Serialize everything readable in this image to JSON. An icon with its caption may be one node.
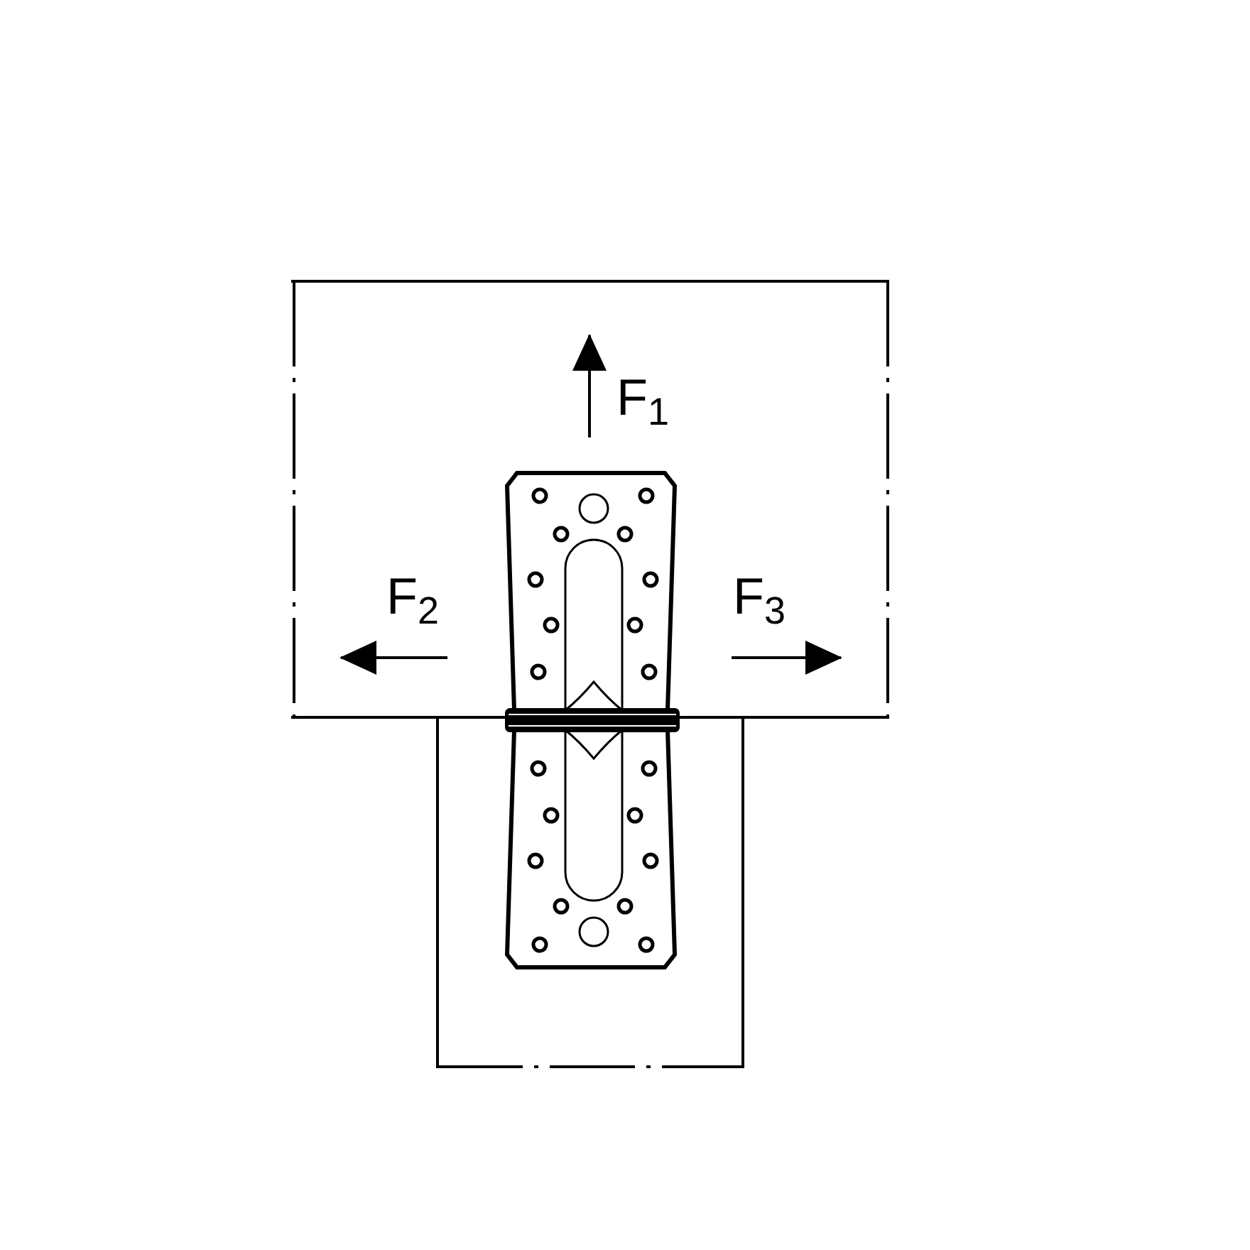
{
  "diagram": {
    "labels": [
      "F$_{1}$",
      "F$_{2}$",
      "F$_{3}$"
    ]
  }
}
